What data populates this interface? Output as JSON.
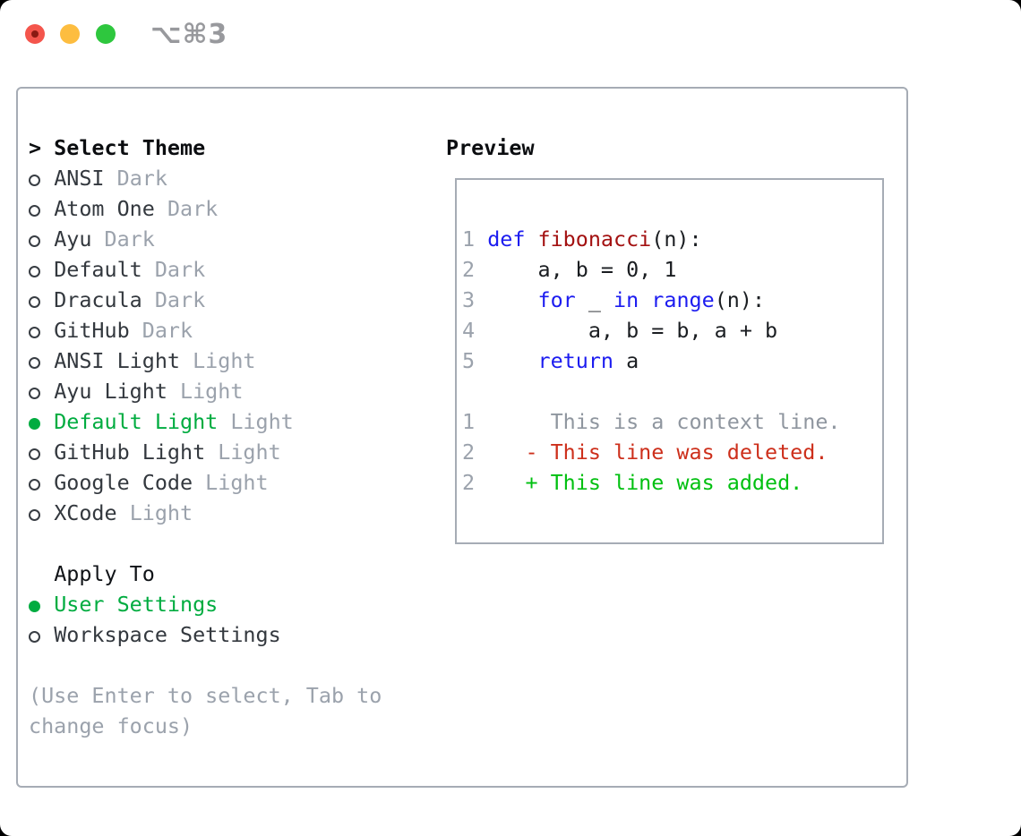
{
  "window": {
    "title": "⌥⌘3"
  },
  "colors": {
    "traffic_close": "#f4554c",
    "traffic_minimize": "#fdbd40",
    "traffic_zoom": "#2ec73e",
    "border_gray": "#a6acb5",
    "muted_gray": "#9ba2ac",
    "selected_green": "#00ac40",
    "added_green": "#00c010",
    "deleted_red": "#cd2f1b",
    "keyword_blue": "#1c1cf0",
    "function_red": "#a31111"
  },
  "theme_picker": {
    "prompt": ">",
    "title": "Select Theme",
    "themes": [
      {
        "name": "ANSI",
        "variant": "Dark",
        "selected": false
      },
      {
        "name": "Atom One",
        "variant": "Dark",
        "selected": false
      },
      {
        "name": "Ayu",
        "variant": "Dark",
        "selected": false
      },
      {
        "name": "Default",
        "variant": "Dark",
        "selected": false
      },
      {
        "name": "Dracula",
        "variant": "Dark",
        "selected": false
      },
      {
        "name": "GitHub",
        "variant": "Dark",
        "selected": false
      },
      {
        "name": "ANSI Light",
        "variant": "Light",
        "selected": false
      },
      {
        "name": "Ayu Light",
        "variant": "Light",
        "selected": false
      },
      {
        "name": "Default Light",
        "variant": "Light",
        "selected": true
      },
      {
        "name": "GitHub Light",
        "variant": "Light",
        "selected": false
      },
      {
        "name": "Google Code",
        "variant": "Light",
        "selected": false
      },
      {
        "name": "XCode",
        "variant": "Light",
        "selected": false
      }
    ],
    "apply_to": {
      "title": "Apply To",
      "options": [
        {
          "label": "User Settings",
          "selected": true
        },
        {
          "label": "Workspace Settings",
          "selected": false
        }
      ]
    },
    "hint_line1": "(Use Enter to select, Tab to",
    "hint_line2": "change focus)"
  },
  "preview": {
    "title": "Preview",
    "code": [
      {
        "num": "1",
        "s1": " ",
        "s2": "def",
        "s3": " fibonacci",
        "s4": "(n):"
      },
      {
        "num": "2",
        "s1": "     a, b = 0, 1"
      },
      {
        "num": "3",
        "s1": "     ",
        "s2": "for",
        "s3": " _ ",
        "s4": "in",
        "s5": " ",
        "s6": "range",
        "s7": "(n):"
      },
      {
        "num": "4",
        "s1": "         a, b = b, a + b"
      },
      {
        "num": "5",
        "s1": "     ",
        "s2": "return",
        "s3": " a"
      },
      {
        "num": "1",
        "s1": "      This is a context line."
      },
      {
        "num": "2",
        "s1": "    ",
        "s2": "- This line was deleted."
      },
      {
        "num": "2",
        "s1": "    ",
        "s2": "+ This line was added."
      }
    ]
  }
}
